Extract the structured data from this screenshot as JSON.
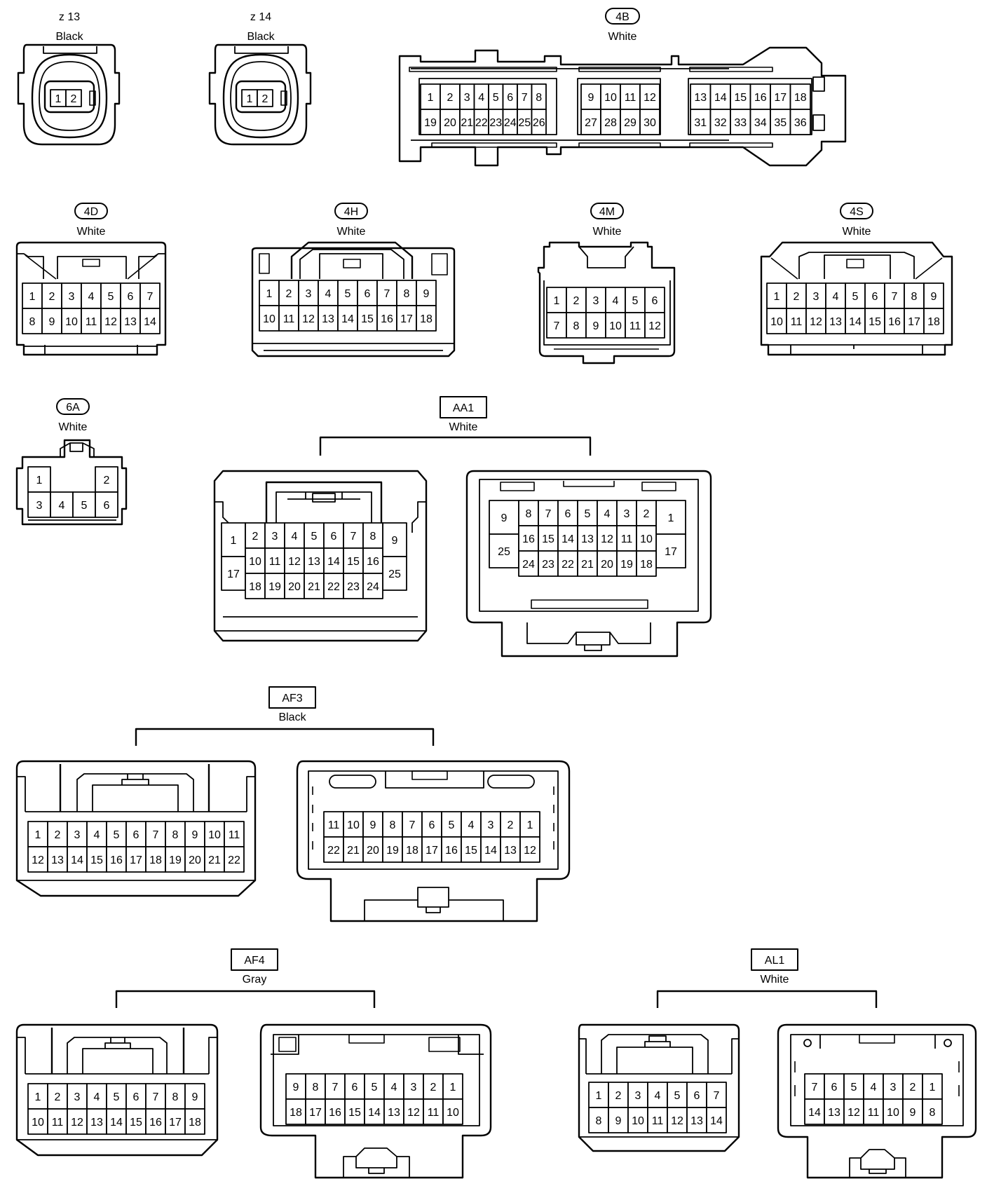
{
  "connectors": [
    {
      "id": "z13",
      "code": "z 13",
      "color": "Black",
      "badge": "none",
      "faces": [
        {
          "rows": [
            [
              "1",
              "2"
            ]
          ]
        }
      ]
    },
    {
      "id": "z14",
      "code": "z 14",
      "color": "Black",
      "badge": "none",
      "faces": [
        {
          "rows": [
            [
              "1",
              "2"
            ]
          ]
        }
      ]
    },
    {
      "id": "4B",
      "code": "4B",
      "color": "White",
      "badge": "pill",
      "faces": [
        {
          "rows": [
            [
              "1",
              "2",
              "3",
              "4",
              "5",
              "6",
              "7",
              "8"
            ],
            [
              "19",
              "20",
              "21",
              "22",
              "23",
              "24",
              "25",
              "26"
            ]
          ]
        },
        {
          "rows": [
            [
              "9",
              "10",
              "11",
              "12"
            ],
            [
              "27",
              "28",
              "29",
              "30"
            ]
          ]
        },
        {
          "rows": [
            [
              "13",
              "14",
              "15",
              "16",
              "17",
              "18"
            ],
            [
              "31",
              "32",
              "33",
              "34",
              "35",
              "36"
            ]
          ]
        }
      ]
    },
    {
      "id": "4D",
      "code": "4D",
      "color": "White",
      "badge": "pill",
      "faces": [
        {
          "rows": [
            [
              "1",
              "2",
              "3",
              "4",
              "5",
              "6",
              "7"
            ],
            [
              "8",
              "9",
              "10",
              "11",
              "12",
              "13",
              "14"
            ]
          ]
        }
      ]
    },
    {
      "id": "4H",
      "code": "4H",
      "color": "White",
      "badge": "pill",
      "faces": [
        {
          "rows": [
            [
              "1",
              "2",
              "3",
              "4",
              "5",
              "6",
              "7",
              "8",
              "9"
            ],
            [
              "10",
              "11",
              "12",
              "13",
              "14",
              "15",
              "16",
              "17",
              "18"
            ]
          ]
        }
      ]
    },
    {
      "id": "4M",
      "code": "4M",
      "color": "White",
      "badge": "pill",
      "faces": [
        {
          "rows": [
            [
              "1",
              "2",
              "3",
              "4",
              "5",
              "6"
            ],
            [
              "7",
              "8",
              "9",
              "10",
              "11",
              "12"
            ]
          ]
        }
      ]
    },
    {
      "id": "4S",
      "code": "4S",
      "color": "White",
      "badge": "pill",
      "faces": [
        {
          "rows": [
            [
              "1",
              "2",
              "3",
              "4",
              "5",
              "6",
              "7",
              "8",
              "9"
            ],
            [
              "10",
              "11",
              "12",
              "13",
              "14",
              "15",
              "16",
              "17",
              "18"
            ]
          ]
        }
      ]
    },
    {
      "id": "6A",
      "code": "6A",
      "color": "White",
      "badge": "pill",
      "faces": [
        {
          "rows": [
            [
              "1",
              "2"
            ],
            [
              "3",
              "4",
              "5",
              "6"
            ]
          ]
        }
      ]
    },
    {
      "id": "AA1",
      "code": "AA1",
      "color": "White",
      "badge": "box",
      "faces": [
        {
          "side": [
            [
              "1",
              "17"
            ],
            [
              "9",
              "25"
            ]
          ],
          "rows": [
            [
              "2",
              "3",
              "4",
              "5",
              "6",
              "7",
              "8"
            ],
            [
              "10",
              "11",
              "12",
              "13",
              "14",
              "15",
              "16"
            ],
            [
              "18",
              "19",
              "20",
              "21",
              "22",
              "23",
              "24"
            ]
          ]
        },
        {
          "side": [
            [
              "9",
              "25"
            ],
            [
              "1",
              "17"
            ]
          ],
          "rows": [
            [
              "8",
              "7",
              "6",
              "5",
              "4",
              "3",
              "2"
            ],
            [
              "16",
              "15",
              "14",
              "13",
              "12",
              "11",
              "10"
            ],
            [
              "24",
              "23",
              "22",
              "21",
              "20",
              "19",
              "18"
            ]
          ]
        }
      ]
    },
    {
      "id": "AF3",
      "code": "AF3",
      "color": "Black",
      "badge": "box",
      "faces": [
        {
          "rows": [
            [
              "1",
              "2",
              "3",
              "4",
              "5",
              "6",
              "7",
              "8",
              "9",
              "10",
              "11"
            ],
            [
              "12",
              "13",
              "14",
              "15",
              "16",
              "17",
              "18",
              "19",
              "20",
              "21",
              "22"
            ]
          ]
        },
        {
          "rows": [
            [
              "11",
              "10",
              "9",
              "8",
              "7",
              "6",
              "5",
              "4",
              "3",
              "2",
              "1"
            ],
            [
              "22",
              "21",
              "20",
              "19",
              "18",
              "17",
              "16",
              "15",
              "14",
              "13",
              "12"
            ]
          ]
        }
      ]
    },
    {
      "id": "AF4",
      "code": "AF4",
      "color": "Gray",
      "badge": "box",
      "faces": [
        {
          "rows": [
            [
              "1",
              "2",
              "3",
              "4",
              "5",
              "6",
              "7",
              "8",
              "9"
            ],
            [
              "10",
              "11",
              "12",
              "13",
              "14",
              "15",
              "16",
              "17",
              "18"
            ]
          ]
        },
        {
          "rows": [
            [
              "9",
              "8",
              "7",
              "6",
              "5",
              "4",
              "3",
              "2",
              "1"
            ],
            [
              "18",
              "17",
              "16",
              "15",
              "14",
              "13",
              "12",
              "11",
              "10"
            ]
          ]
        }
      ]
    },
    {
      "id": "AL1",
      "code": "AL1",
      "color": "White",
      "badge": "box",
      "faces": [
        {
          "rows": [
            [
              "1",
              "2",
              "3",
              "4",
              "5",
              "6",
              "7"
            ],
            [
              "8",
              "9",
              "10",
              "11",
              "12",
              "13",
              "14"
            ]
          ]
        },
        {
          "rows": [
            [
              "7",
              "6",
              "5",
              "4",
              "3",
              "2",
              "1"
            ],
            [
              "14",
              "13",
              "12",
              "11",
              "10",
              "9",
              "8"
            ]
          ]
        }
      ]
    }
  ]
}
